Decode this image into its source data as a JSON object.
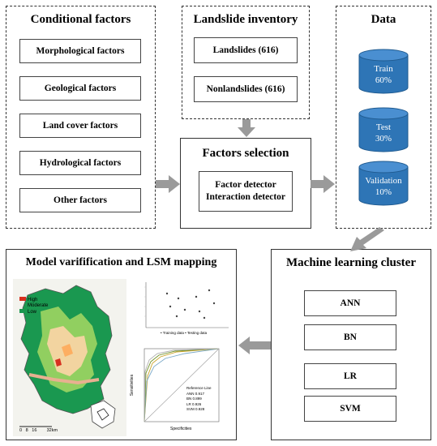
{
  "conditional": {
    "title": "Conditional factors",
    "items": [
      "Morphological factors",
      "Geological factors",
      "Land cover factors",
      "Hydrological factors",
      "Other factors"
    ]
  },
  "inventory": {
    "title": "Landslide inventory",
    "items": [
      "Landslides (616)",
      "Nonlandslides (616)"
    ]
  },
  "data_panel": {
    "title": "Data",
    "sets": [
      {
        "name": "Train",
        "pct": "60%"
      },
      {
        "name": "Test",
        "pct": "30%"
      },
      {
        "name": "Validation",
        "pct": "10%"
      }
    ]
  },
  "factors_selection": {
    "title": "Factors selection",
    "lines": [
      "Factor detector",
      "Interaction detector"
    ]
  },
  "ml_cluster": {
    "title": "Machine learning cluster",
    "items": [
      "ANN",
      "BN",
      "LR",
      "SVM"
    ]
  },
  "model_panel": {
    "title": "Model  varifification and LSM mapping",
    "map_legend": [
      "High",
      "Moderate",
      "Low"
    ],
    "scale_label": "0   8   16        32km",
    "acc_legend": "• Training data  • Testing data",
    "roc_xlabel": "Specificities",
    "roc_ylabel": "Sensitivities",
    "roc_legend": [
      "Reference Line",
      "ANN 0.917",
      "BN 0.899",
      "LR 0.926",
      "SVM 0.928"
    ]
  },
  "colors": {
    "arrow": "#9a9a9a",
    "cylinder": "#2e75b6",
    "map_high": "#d7301f",
    "map_mid": "#f2d4a0",
    "map_low": "#1a9850"
  }
}
